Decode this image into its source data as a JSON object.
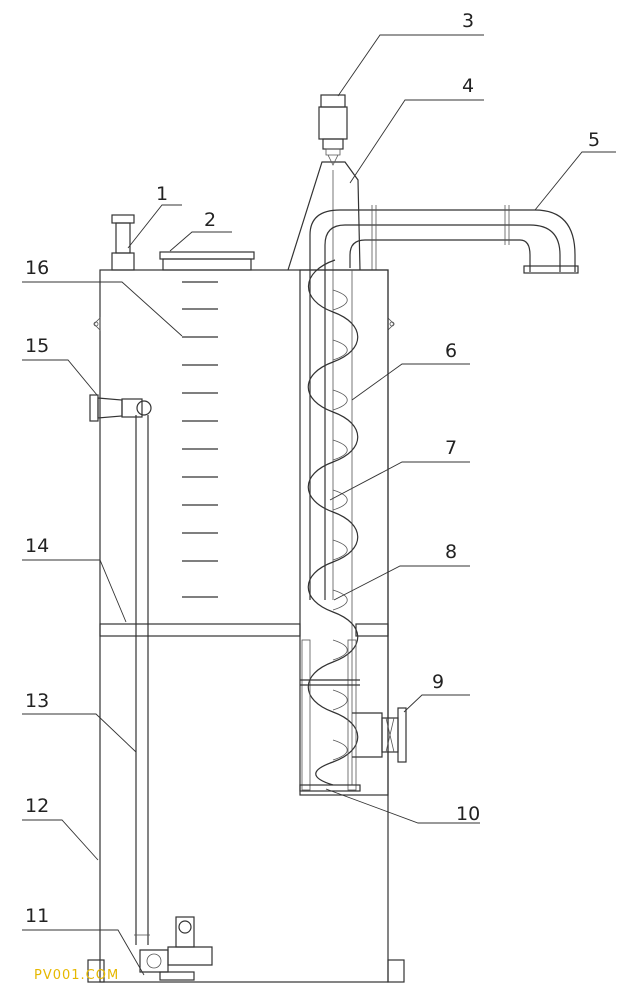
{
  "labels": [
    "1",
    "2",
    "3",
    "4",
    "5",
    "6",
    "7",
    "8",
    "9",
    "10",
    "11",
    "12",
    "13",
    "14",
    "15",
    "16"
  ],
  "watermark": {
    "text": "PV001.COM",
    "color": "#e6b800"
  },
  "colors": {
    "line": "#333333",
    "thin": "#555555",
    "hatch": "#444444"
  }
}
